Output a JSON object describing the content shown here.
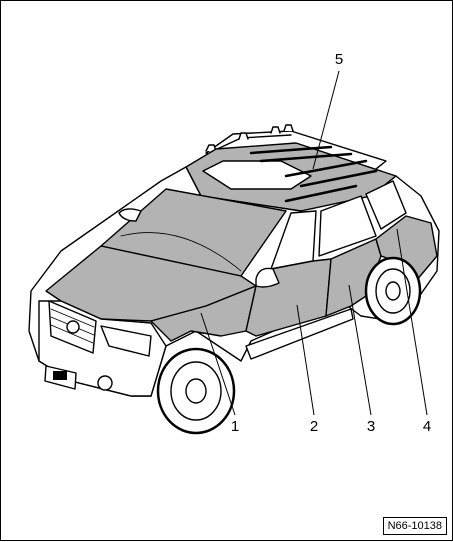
{
  "diagram": {
    "subject": "vehicle-body-three-quarter-view",
    "callouts": [
      {
        "id": "c5",
        "label": "5",
        "part": "roof"
      },
      {
        "id": "c1",
        "label": "1",
        "part": "front-fender-bonnet"
      },
      {
        "id": "c2",
        "label": "2",
        "part": "front-door"
      },
      {
        "id": "c3",
        "label": "3",
        "part": "rear-door"
      },
      {
        "id": "c4",
        "label": "4",
        "part": "rear-side-panel"
      }
    ],
    "figure_id": "N66-10138",
    "colors": {
      "line": "#000000",
      "shade": "#b3b3b3",
      "fill": "#ffffff"
    }
  }
}
